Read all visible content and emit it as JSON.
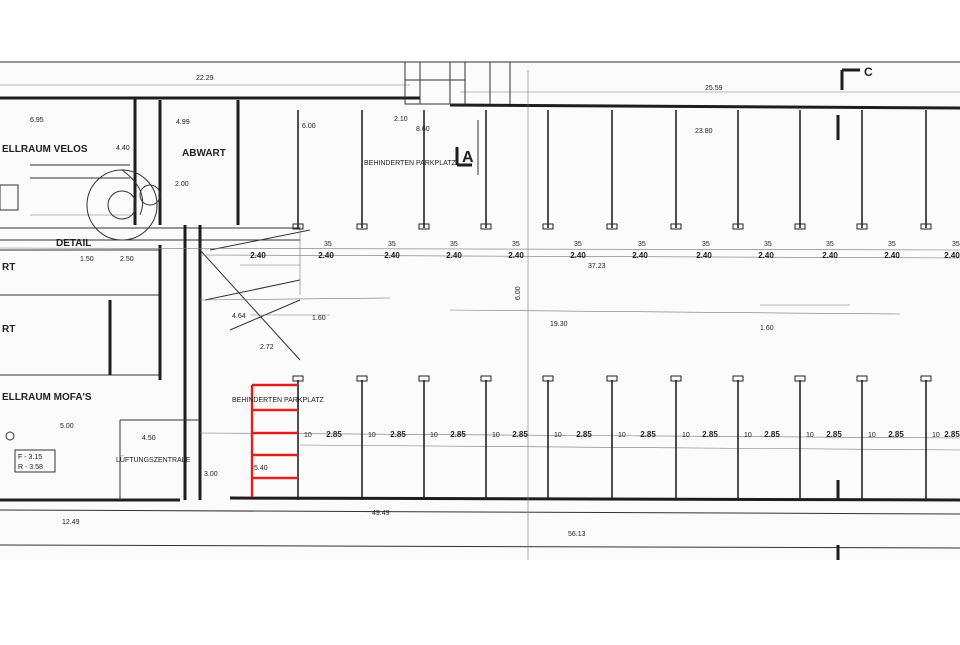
{
  "rooms": {
    "velos": "ELLRAUM  VELOS",
    "abwart": "ABWART",
    "mofas": "ELLRAUM  MOFA'S",
    "detail": "DETAIL",
    "rt1": "RT",
    "rt2": "RT",
    "lueftung": "LÜFTUNGSZENTRALE"
  },
  "labels": {
    "behinderten_top": "BEHINDERTEN PARKPLATZ",
    "behinderten_bottom": "BEHINDERTEN PARKPLATZ",
    "section_a": "A",
    "section_c": "C",
    "level_note_1": "F - 3.15",
    "level_note_2": "R - 3.58"
  },
  "dimensions": {
    "overall_left": "22.29",
    "overall_right": "25.59",
    "inner_right": "23.80",
    "run_total": "37.23",
    "bottom_total": "49.49",
    "bottom_left": "12.49",
    "bottom_right": "56.13",
    "aisle_width": "6.00",
    "aisle_len": "19.30",
    "velos_width": "6.95",
    "abwart_width": "4.99",
    "abwart_depth": "6.00",
    "stair_top": "2.10",
    "stair_low": "8.60",
    "misc_1": "4.40",
    "misc_2": "1.50",
    "misc_3": "2.50",
    "misc_4": "5.00",
    "misc_5": "2.00",
    "misc_6": "4.64",
    "misc_7": "2.72",
    "misc_8": "1.60",
    "misc_9": "4.50",
    "misc_10": "5.40",
    "misc_11": "3.00",
    "stall_top": "2.40",
    "stall_bottom": "2.85",
    "col_tag": "35",
    "col_tag_b": "10"
  }
}
